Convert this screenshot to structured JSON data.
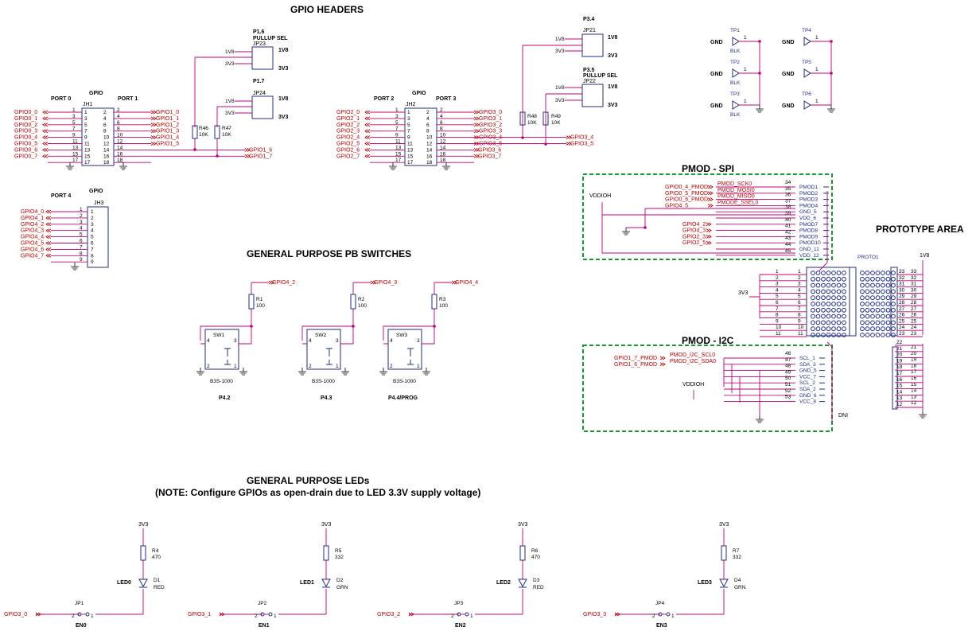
{
  "sections": {
    "gpio_headers": "GPIO HEADERS",
    "pb_switches": "GENERAL PURPOSE PB SWITCHES",
    "leds_title": "GENERAL PURPOSE LEDs",
    "leds_note": "(NOTE: Configure GPIOs as open-drain due to LED 3.3V supply voltage)",
    "pmod_spi": "PMOD - SPI",
    "pmod_i2c": "PMOD - I2C",
    "prototype": "PROTOTYPE AREA"
  },
  "jh1": {
    "ref": "JH1",
    "name": "GPIO",
    "port_left": "PORT 0",
    "port_right": "PORT 1",
    "left_nets": [
      "GPIO0_0",
      "GPIO0_1",
      "GPIO0_2",
      "GPIO0_3",
      "GPIO0_4",
      "GPIO0_5",
      "GPIO0_6",
      "GPIO0_7"
    ],
    "right_nets": [
      "GPIO1_0",
      "GPIO1_1",
      "GPIO1_2",
      "GPIO1_3",
      "GPIO1_4",
      "GPIO1_5",
      "GPIO1_6",
      "GPIO1_7"
    ]
  },
  "jh2": {
    "ref": "JH2",
    "name": "GPIO",
    "port_left": "PORT 2",
    "port_right": "PORT 3",
    "left_nets": [
      "GPIO2_0",
      "GPIO2_1",
      "GPIO2_2",
      "GPIO2_3",
      "GPIO2_4",
      "GPIO2_5",
      "GPIO2_6",
      "GPIO2_7"
    ],
    "right_nets": [
      "GPIO3_0",
      "GPIO3_1",
      "GPIO3_2",
      "GPIO3_3",
      "GPIO3_4",
      "GPIO3_5",
      "GPIO3_6",
      "GPIO3_7"
    ]
  },
  "jh3": {
    "ref": "JH3",
    "name": "GPIO",
    "port": "PORT 4",
    "nets": [
      "GPIO4_0",
      "GPIO4_1",
      "GPIO4_2",
      "GPIO4_3",
      "GPIO4_4",
      "GPIO4_5",
      "GPIO4_6",
      "GPIO4_7"
    ]
  },
  "pullups": [
    {
      "title": "P1.6",
      "sub": "PULLUP SEL",
      "ref": "JP23"
    },
    {
      "title": "P1.7",
      "sub": "",
      "ref": "JP24"
    },
    {
      "title": "P3.4",
      "sub": "",
      "ref": "JP21"
    },
    {
      "title": "P3.5",
      "sub": "PULLUP SEL",
      "ref": "JP22"
    }
  ],
  "v1v8": "1V8",
  "v3v3": "3V3",
  "resistors_hdr": [
    {
      "ref": "R46",
      "val": "10K"
    },
    {
      "ref": "R47",
      "val": "10K"
    },
    {
      "ref": "R48",
      "val": "10K"
    },
    {
      "ref": "R49",
      "val": "10K"
    }
  ],
  "testpoints": [
    {
      "ref": "TP1",
      "lbl": "BLK",
      "net": "GND"
    },
    {
      "ref": "TP4",
      "lbl": "",
      "net": "GND"
    },
    {
      "ref": "TP2",
      "lbl": "BLK",
      "net": "GND"
    },
    {
      "ref": "TP5",
      "lbl": "",
      "net": "GND"
    },
    {
      "ref": "TP3",
      "lbl": "BLK",
      "net": "GND"
    },
    {
      "ref": "TP6",
      "lbl": "",
      "net": "GND"
    }
  ],
  "switches": [
    {
      "net": "GPIO4_2",
      "r": "R1",
      "rv": "100",
      "sw": "SW1",
      "part": "B3S-1000",
      "label": "P4.2"
    },
    {
      "net": "GPIO4_3",
      "r": "R2",
      "rv": "100",
      "sw": "SW2",
      "part": "B3S-1000",
      "label": "P4.3"
    },
    {
      "net": "GPIO4_4",
      "r": "R3",
      "rv": "100",
      "sw": "SW3",
      "part": "B3S-1000",
      "label": "P4.4/PROG"
    }
  ],
  "leds": [
    {
      "net": "GPIO3_0",
      "jp": "JP1",
      "en": "EN0",
      "r": "R4",
      "rv": "470",
      "name": "LED0",
      "d": "D1",
      "col": "RED"
    },
    {
      "net": "GPIO3_1",
      "jp": "JP2",
      "en": "EN1",
      "r": "R5",
      "rv": "332",
      "name": "LED1",
      "d": "D2",
      "col": "GRN"
    },
    {
      "net": "GPIO3_2",
      "jp": "JP3",
      "en": "EN2",
      "r": "R6",
      "rv": "470",
      "name": "LED2",
      "d": "D3",
      "col": "RED"
    },
    {
      "net": "GPIO3_3",
      "jp": "JP4",
      "en": "EN3",
      "r": "R7",
      "rv": "332",
      "name": "LED3",
      "d": "D4",
      "col": "GRN"
    }
  ],
  "spi": {
    "vdd": "VDDIOH",
    "nets": [
      "PMOD_SCK0",
      "PMOD_MOSI0",
      "PMOD_MISO0",
      "PMODE_SSEL0"
    ],
    "gpio": [
      "GPIO0_4_PMOD",
      "GPIO0_5_PMOD",
      "GPIO0_6_PMOD",
      "GPIO4_5"
    ],
    "gpio_low": [
      "GPIO4_2",
      "GPIO4_3",
      "GPIO2_3",
      "GPIO2_5"
    ],
    "pins": [
      "34",
      "35",
      "36",
      "37",
      "38",
      "39",
      "40",
      "41",
      "42",
      "43",
      "44",
      "45"
    ],
    "names": [
      "PMOD1",
      "PMOD2",
      "PMOD3",
      "PMOD4",
      "GND_5",
      "VDD_6",
      "PMOD7",
      "PMOD8",
      "PMOD9",
      "PMOD10",
      "GND_11",
      "VDD_12"
    ]
  },
  "i2c": {
    "vdd": "VDDIOH",
    "gpio": [
      "GPIO1_7_PMOD",
      "GPIO1_6_PMOD"
    ],
    "nets": [
      "PMOD_I2C_SCL0",
      "PMOD_I2C_SDA0"
    ],
    "pins": [
      "46",
      "47",
      "48",
      "49",
      "50",
      "51",
      "52",
      "53"
    ],
    "names": [
      "SCL_1",
      "SDA_3",
      "GND_5",
      "VCC_7",
      "SCL_2",
      "SDA_2",
      "GND_6",
      "VCC_8"
    ],
    "dni": "DNI"
  },
  "proto": {
    "ref": "PROTO1",
    "v": "1V8",
    "v3": "3V3",
    "left_pins": [
      "1",
      "2",
      "3",
      "4",
      "5",
      "6",
      "7",
      "8",
      "9",
      "10",
      "11"
    ],
    "right_top": [
      "33",
      "32",
      "31",
      "30",
      "29",
      "28",
      "27",
      "26",
      "25",
      "24",
      "23"
    ],
    "right_bot": [
      "22",
      "21",
      "20",
      "19",
      "18",
      "17",
      "16",
      "15",
      "14",
      "13",
      "12"
    ]
  }
}
